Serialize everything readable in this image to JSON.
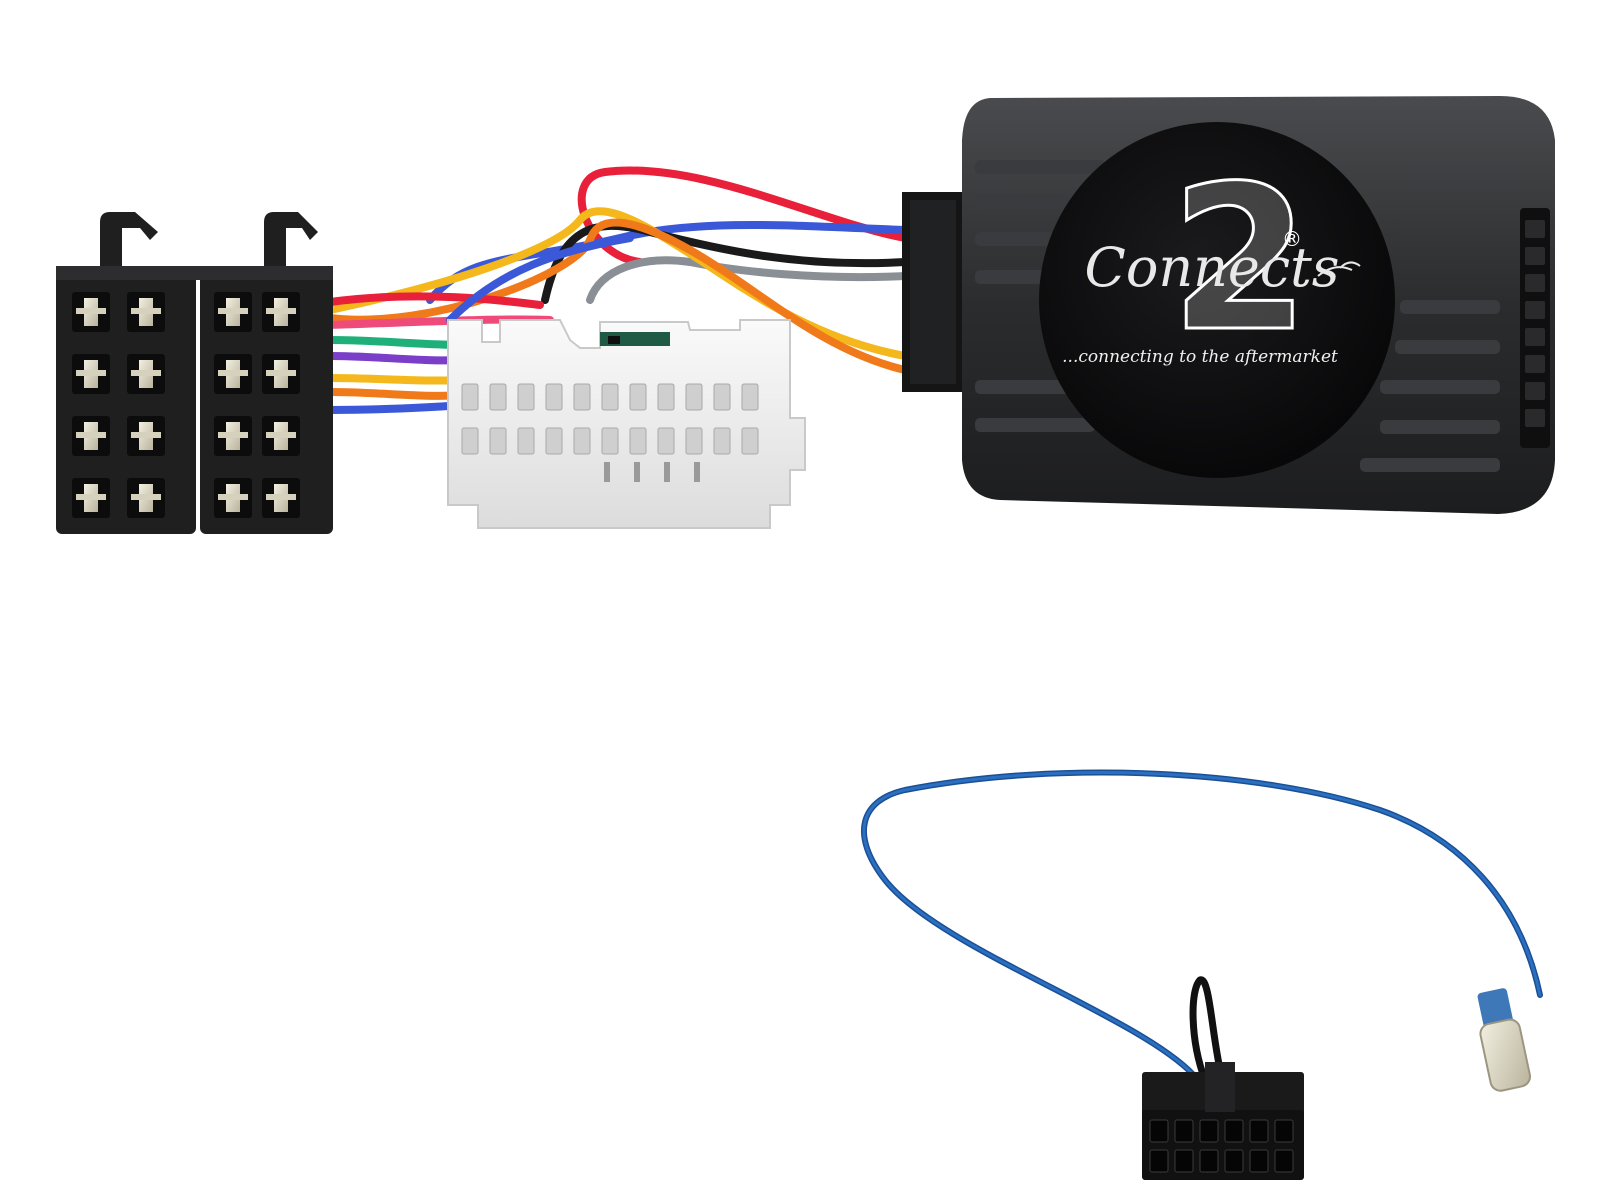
{
  "product": {
    "logo_wordmark": "Connects",
    "logo_numeral": "2",
    "registered_mark": "®",
    "tagline": "...connecting to the aftermarket"
  },
  "colors": {
    "module_body": "#2b2c2e",
    "module_highlight": "#4a4b4e",
    "logo_disc": "#0c0c0d",
    "white_connector": "#f1f1f1",
    "iso_connector": "#1f1f20",
    "wire_red": "#e8203a",
    "wire_blue": "#3a58d8",
    "wire_yellow": "#f4b81c",
    "wire_orange": "#f07a1a",
    "wire_green": "#1fb07a",
    "wire_grey": "#8a8f96",
    "wire_black": "#1a1a1a",
    "wire_violet": "#7a3ec8",
    "wire_pink": "#ee4a7a",
    "lead_blue": "#2a6fc0"
  }
}
